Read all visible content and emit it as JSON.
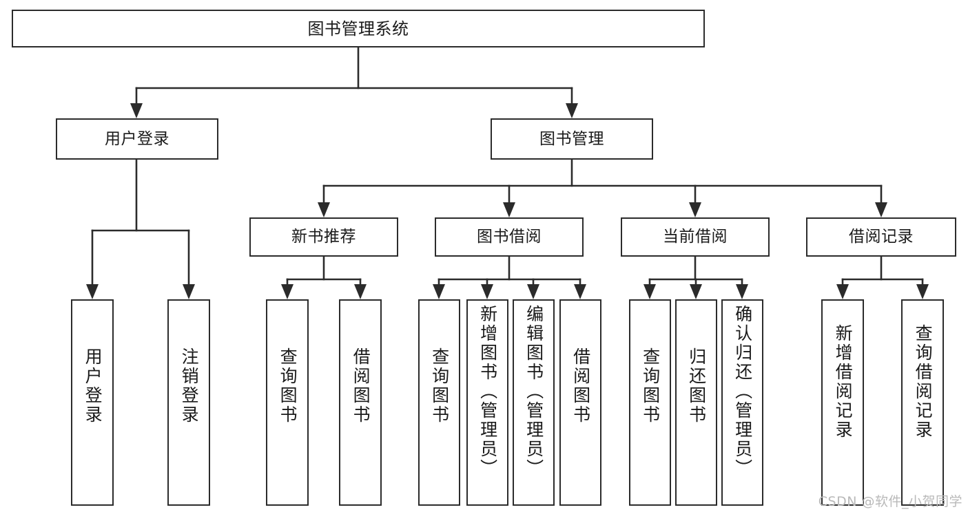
{
  "diagram": {
    "title": "图书管理系统",
    "type": "tree",
    "nodes": {
      "root": {
        "label": "图书管理系统"
      },
      "level2": [
        {
          "id": "user-login",
          "label": "用户登录"
        },
        {
          "id": "book-manage",
          "label": "图书管理"
        }
      ],
      "level3": [
        {
          "id": "new-book-recommend",
          "label": "新书推荐"
        },
        {
          "id": "book-borrow",
          "label": "图书借阅"
        },
        {
          "id": "current-borrow",
          "label": "当前借阅"
        },
        {
          "id": "borrow-record",
          "label": "借阅记录"
        }
      ],
      "leaves": {
        "user_login": [
          {
            "id": "leaf-user-login",
            "label": "用户登录"
          },
          {
            "id": "leaf-logout",
            "label": "注销登录"
          }
        ],
        "new_book_recommend": [
          {
            "id": "leaf-query-book-1",
            "label": "查询图书"
          },
          {
            "id": "leaf-borrow-book-1",
            "label": "借阅图书"
          }
        ],
        "book_borrow": [
          {
            "id": "leaf-query-book-2",
            "label": "查询图书"
          },
          {
            "id": "leaf-add-book",
            "label": "新增图书（管理员）"
          },
          {
            "id": "leaf-edit-book",
            "label": "编辑图书（管理员）"
          },
          {
            "id": "leaf-borrow-book-2",
            "label": "借阅图书"
          }
        ],
        "current_borrow": [
          {
            "id": "leaf-query-book-3",
            "label": "查询图书"
          },
          {
            "id": "leaf-return-book",
            "label": "归还图书"
          },
          {
            "id": "leaf-confirm-return",
            "label": "确认归还（管理员）"
          }
        ],
        "borrow_record": [
          {
            "id": "leaf-add-record",
            "label": "新增借阅记录"
          },
          {
            "id": "leaf-query-record",
            "label": "查询借阅记录"
          }
        ]
      }
    }
  },
  "watermark": {
    "text": "CSDN @软件_小贺同学"
  },
  "colors": {
    "stroke": "#2b2b2b",
    "background": "#ffffff",
    "text": "#1a1a1a",
    "watermark": "#b9b9b9"
  }
}
